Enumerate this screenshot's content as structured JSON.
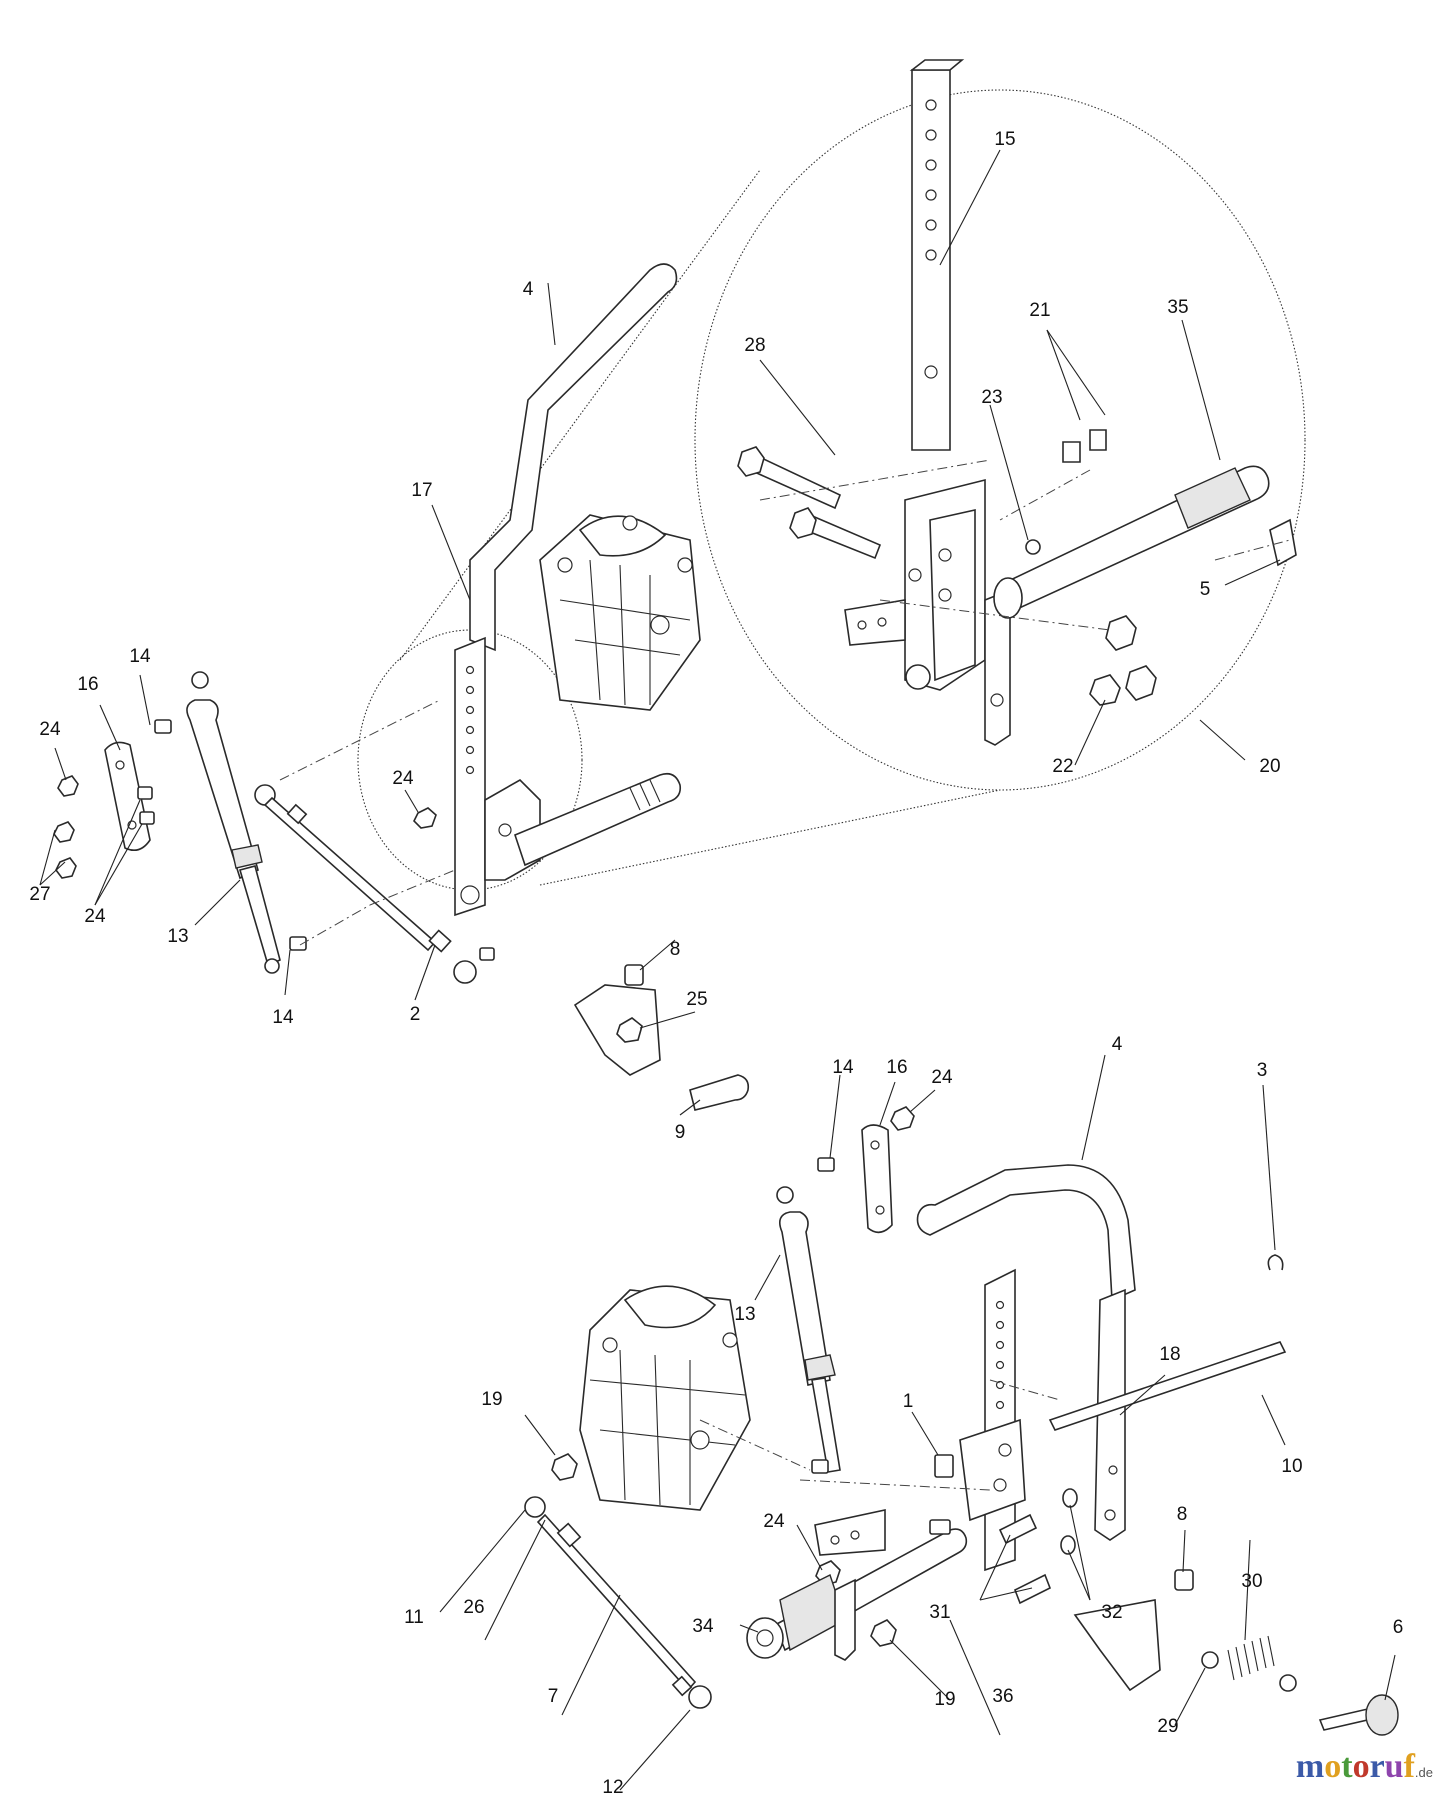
{
  "callouts": {
    "top": {
      "c4": "4",
      "c15": "15",
      "c21": "21",
      "c35": "35",
      "c28": "28",
      "c23": "23",
      "c17": "17",
      "c5": "5",
      "c14a": "14",
      "c16": "16",
      "c24a": "24",
      "c24b": "24",
      "c22": "22",
      "c20": "20",
      "c27": "27",
      "c24c": "24",
      "c13": "13",
      "c8": "8",
      "c14b": "14",
      "c2": "2",
      "c25": "25",
      "c9": "9"
    },
    "bottom": {
      "c14": "14",
      "c16": "16",
      "c24a": "24",
      "c4": "4",
      "c3": "3",
      "c13": "13",
      "c18": "18",
      "c19a": "19",
      "c1": "1",
      "c10": "10",
      "c8": "8",
      "c24b": "24",
      "c32": "32",
      "c31": "31",
      "c30": "30",
      "c11": "11",
      "c26": "26",
      "c34": "34",
      "c6": "6",
      "c7": "7",
      "c19b": "19",
      "c36": "36",
      "c29": "29",
      "c12": "12"
    }
  },
  "logo": {
    "letters": [
      "m",
      "o",
      "t",
      "o",
      "r",
      "u",
      "f"
    ],
    "suffix": ".de",
    "colors": [
      "#3b5aa8",
      "#e0a020",
      "#4a9a3a",
      "#c0392b",
      "#3b5aa8",
      "#8e44ad",
      "#e0a020"
    ]
  }
}
